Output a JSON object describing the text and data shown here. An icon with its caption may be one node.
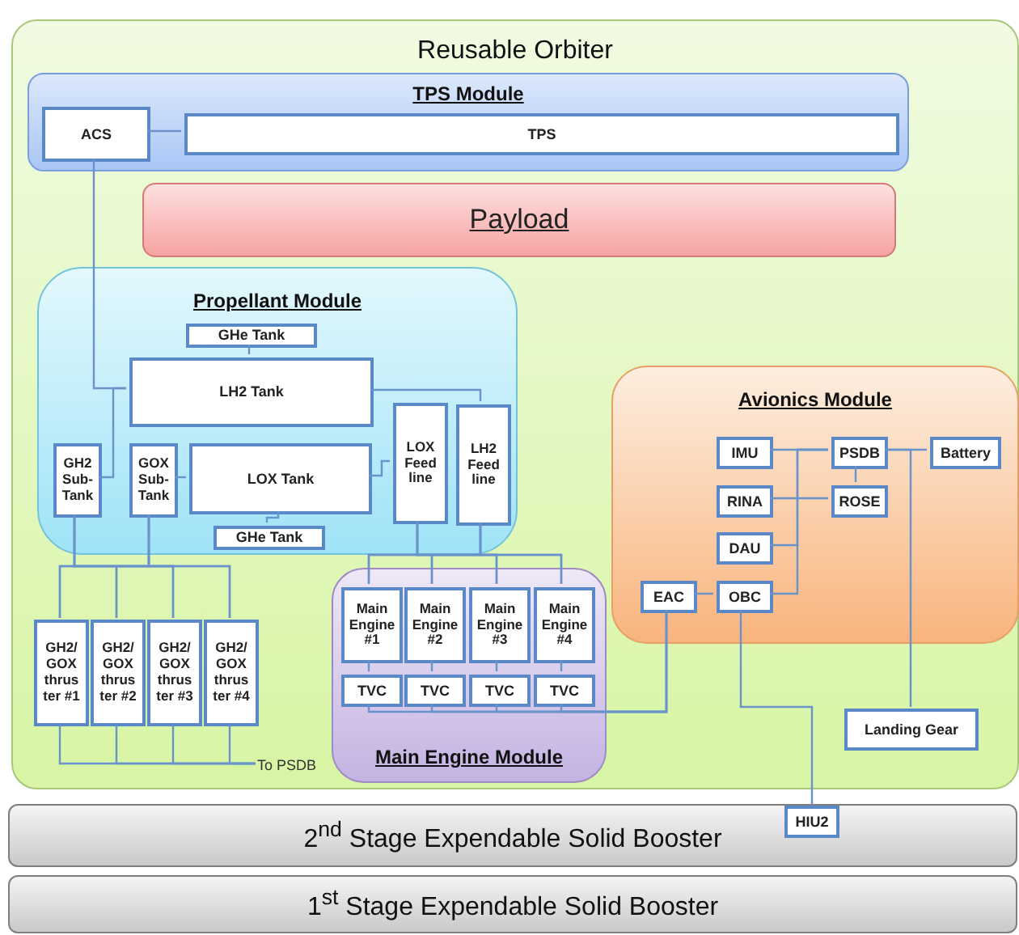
{
  "diagram": {
    "nodes": [
      {
        "text": [
          "Reusable Orbiter"
        ]
      },
      {
        "text": [
          "TPS Module"
        ],
        "in": 0
      },
      {
        "text": [
          "ACS"
        ],
        "in": 1
      },
      {
        "text": [
          "TPS"
        ],
        "in": 1
      },
      {
        "text": [
          "Payload"
        ],
        "in": 0
      },
      {
        "text": [
          "Propellant Module"
        ],
        "in": 0
      },
      {
        "text": [
          "GHe Tank"
        ],
        "in": 5
      },
      {
        "text": [
          "LH2 Tank"
        ],
        "in": 5
      },
      {
        "text": [
          "GH2 Sub- Tank"
        ],
        "in": 5
      },
      {
        "text": [
          "GOX Sub- Tank"
        ],
        "in": 5
      },
      {
        "text": [
          "LOX Tank"
        ],
        "in": 5
      },
      {
        "text": [
          "GHe Tank"
        ],
        "in": 5
      },
      {
        "text": [
          "LOX Feed line"
        ],
        "in": 5
      },
      {
        "text": [
          "LH2 Feed line"
        ],
        "in": 5
      },
      {
        "text": [
          "Avionics Module"
        ],
        "in": 0
      },
      {
        "text": [
          "IMU"
        ],
        "in": 14
      },
      {
        "text": [
          "PSDB"
        ],
        "in": 14
      },
      {
        "text": [
          "Battery"
        ],
        "in": 14
      },
      {
        "text": [
          "RINA"
        ],
        "in": 14
      },
      {
        "text": [
          "ROSE"
        ],
        "in": 14
      },
      {
        "text": [
          "DAU"
        ],
        "in": 14
      },
      {
        "text": [
          "EAC"
        ],
        "in": 14
      },
      {
        "text": [
          "OBC"
        ],
        "in": 14
      },
      {
        "text": [
          "Main Engine Module"
        ],
        "in": 0
      },
      {
        "text": [
          "Main Engine #1"
        ],
        "in": 23
      },
      {
        "text": [
          "Main Engine #2"
        ],
        "in": 23
      },
      {
        "text": [
          "Main Engine #3"
        ],
        "in": 23
      },
      {
        "text": [
          "Main Engine #4"
        ],
        "in": 23
      },
      {
        "text": [
          "TVC"
        ],
        "in": 23
      },
      {
        "text": [
          "TVC"
        ],
        "in": 23
      },
      {
        "text": [
          "TVC"
        ],
        "in": 23
      },
      {
        "text": [
          "TVC"
        ],
        "in": 23
      },
      {
        "text": [
          "GH2/ GOX thrus ter #1"
        ],
        "in": 0
      },
      {
        "text": [
          "GH2/ GOX thrus ter #2"
        ],
        "in": 0
      },
      {
        "text": [
          "GH2/ GOX thrus ter #3"
        ],
        "in": 0
      },
      {
        "text": [
          "GH2/ GOX thrus ter #4"
        ],
        "in": 0
      },
      {
        "text": [
          "To PSDB"
        ],
        "in": 0
      },
      {
        "text": [
          "Landing Gear"
        ],
        "in": 0
      },
      {
        "text": [
          "2$^{nd}$ Stage Expendable Solid Booster"
        ]
      },
      {
        "text": [
          "HIU2"
        ],
        "in": 38
      },
      {
        "text": [
          "1$^{st}$ Stage Expendable Solid Booster"
        ]
      }
    ],
    "edges": [
      {
        "from": 2,
        "to": 3,
        "arrow": "none"
      },
      {
        "from": 2,
        "to": 7,
        "arrow": "none"
      },
      {
        "from": 6,
        "to": 7,
        "arrow": "none"
      },
      {
        "from": 7,
        "to": 8,
        "arrow": "none"
      },
      {
        "from": 9,
        "to": 10,
        "arrow": "none"
      },
      {
        "from": 10,
        "to": 11,
        "arrow": "none"
      },
      {
        "from": 10,
        "to": 12,
        "arrow": "none"
      },
      {
        "from": 7,
        "to": 13,
        "arrow": "none"
      },
      {
        "from": 8,
        "to": 32,
        "arrow": "none"
      },
      {
        "from": 8,
        "to": 33,
        "arrow": "none"
      },
      {
        "from": 8,
        "to": 34,
        "arrow": "none"
      },
      {
        "from": 8,
        "to": 35,
        "arrow": "none"
      },
      {
        "from": 9,
        "to": 32,
        "arrow": "none"
      },
      {
        "from": 9,
        "to": 33,
        "arrow": "none"
      },
      {
        "from": 9,
        "to": 34,
        "arrow": "none"
      },
      {
        "from": 9,
        "to": 35,
        "arrow": "none"
      },
      {
        "from": 32,
        "to": 36,
        "arrow": "none"
      },
      {
        "from": 33,
        "to": 36,
        "arrow": "none"
      },
      {
        "from": 34,
        "to": 36,
        "arrow": "none"
      },
      {
        "from": 35,
        "to": 36,
        "arrow": "none"
      },
      {
        "from": 12,
        "to": 24,
        "arrow": "none"
      },
      {
        "from": 12,
        "to": 25,
        "arrow": "none"
      },
      {
        "from": 12,
        "to": 26,
        "arrow": "none"
      },
      {
        "from": 12,
        "to": 27,
        "arrow": "none"
      },
      {
        "from": 13,
        "to": 24,
        "arrow": "none"
      },
      {
        "from": 13,
        "to": 25,
        "arrow": "none"
      },
      {
        "from": 13,
        "to": 26,
        "arrow": "none"
      },
      {
        "from": 13,
        "to": 27,
        "arrow": "none"
      },
      {
        "from": 24,
        "to": 28,
        "arrow": "none"
      },
      {
        "from": 25,
        "to": 29,
        "arrow": "none"
      },
      {
        "from": 26,
        "to": 30,
        "arrow": "none"
      },
      {
        "from": 27,
        "to": 31,
        "arrow": "none"
      },
      {
        "from": 28,
        "to": 21,
        "arrow": "none"
      },
      {
        "from": 29,
        "to": 21,
        "arrow": "none"
      },
      {
        "from": 30,
        "to": 21,
        "arrow": "none"
      },
      {
        "from": 31,
        "to": 21,
        "arrow": "none"
      },
      {
        "from": 21,
        "to": 22,
        "arrow": "none"
      },
      {
        "from": 15,
        "to": 16,
        "arrow": "none"
      },
      {
        "from": 20,
        "to": 16,
        "arrow": "none"
      },
      {
        "from": 22,
        "to": 16,
        "arrow": "none"
      },
      {
        "from": 18,
        "to": 19,
        "arrow": "none"
      },
      {
        "from": 16,
        "to": 19,
        "arrow": "none"
      },
      {
        "from": 16,
        "to": 17,
        "arrow": "none"
      },
      {
        "from": 16,
        "to": 37,
        "arrow": "none"
      },
      {
        "from": 22,
        "to": 39,
        "arrow": "none"
      }
    ]
  }
}
